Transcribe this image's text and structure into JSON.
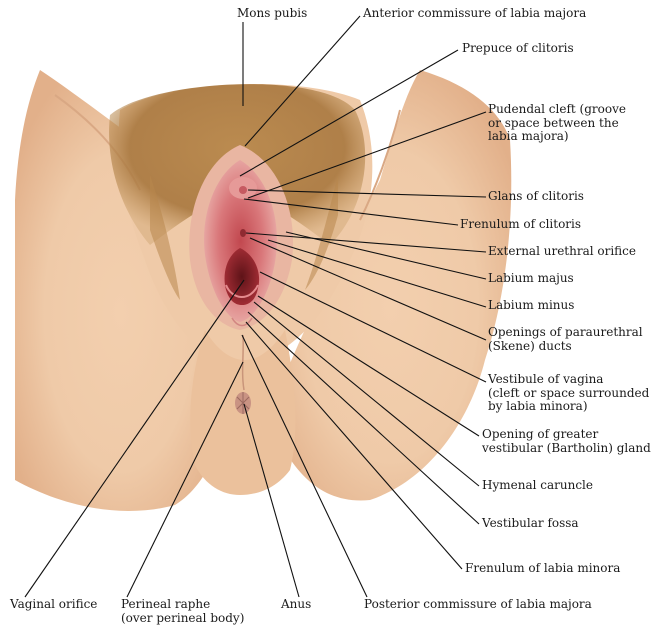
{
  "colors": {
    "skin_light": "#f6dcc3",
    "skin_mid": "#ecc4a2",
    "skin_shadow": "#d9a884",
    "hair": "#a8773e",
    "labia_outer": "#e7a3a0",
    "labia_inner": "#d9777a",
    "vestibule": "#c2484f",
    "orifice": "#7a1f25",
    "leader": "#111111"
  },
  "labels": {
    "mons_pubis": "Mons pubis",
    "anterior_commissure": "Anterior commissure of labia majora",
    "prepuce_clitoris": "Prepuce of clitoris",
    "pudendal_cleft": [
      "Pudendal cleft (groove",
      "or space between the",
      "labia majora)"
    ],
    "glans_clitoris": "Glans of clitoris",
    "frenulum_clitoris": "Frenulum of clitoris",
    "external_urethral_orifice": "External urethral orifice",
    "labium_majus": "Labium majus",
    "labium_minus": "Labium minus",
    "paraurethral_openings": [
      "Openings of paraurethral",
      "(Skene) ducts"
    ],
    "vestibule_vagina": [
      "Vestibule of vagina",
      "(cleft or space surrounded",
      "by labia minora)"
    ],
    "greater_vestibular_gland": [
      "Opening of greater",
      "vestibular (Bartholin) gland"
    ],
    "hymenal_caruncle": "Hymenal caruncle",
    "vestibular_fossa": "Vestibular fossa",
    "frenulum_labia_minora": "Frenulum of labia minora",
    "vaginal_orifice": "Vaginal orifice",
    "perineal_raphe": [
      "Perineal raphe",
      "(over perineal body)"
    ],
    "anus": "Anus",
    "posterior_commissure": "Posterior commissure of labia majora"
  }
}
